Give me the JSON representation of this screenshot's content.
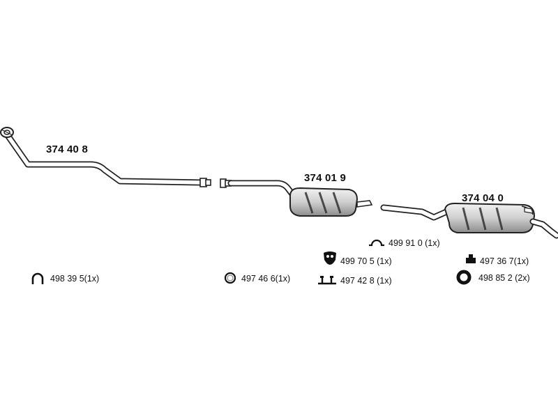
{
  "main_parts": [
    {
      "number": "374 40 8"
    },
    {
      "number": "374 01 9"
    },
    {
      "number": "374 04 0"
    }
  ],
  "accessories": [
    {
      "number": "498 39 5",
      "qty": "(1x)",
      "icon": "u-clamp-icon"
    },
    {
      "number": "497 46 6",
      "qty": "(1x)",
      "icon": "ring-icon"
    },
    {
      "number": "499 91 0",
      "qty": " (1x)",
      "icon": "omega-clamp-icon"
    },
    {
      "number": "499 70 5",
      "qty": " (1x)",
      "icon": "rubber-hanger-icon"
    },
    {
      "number": "497 42 8",
      "qty": " (1x)",
      "icon": "bracket-icon"
    },
    {
      "number": "497 36 7",
      "qty": "(1x)",
      "icon": "mount-icon"
    },
    {
      "number": "498 85 2",
      "qty": " (2x)",
      "icon": "thick-ring-icon"
    }
  ]
}
